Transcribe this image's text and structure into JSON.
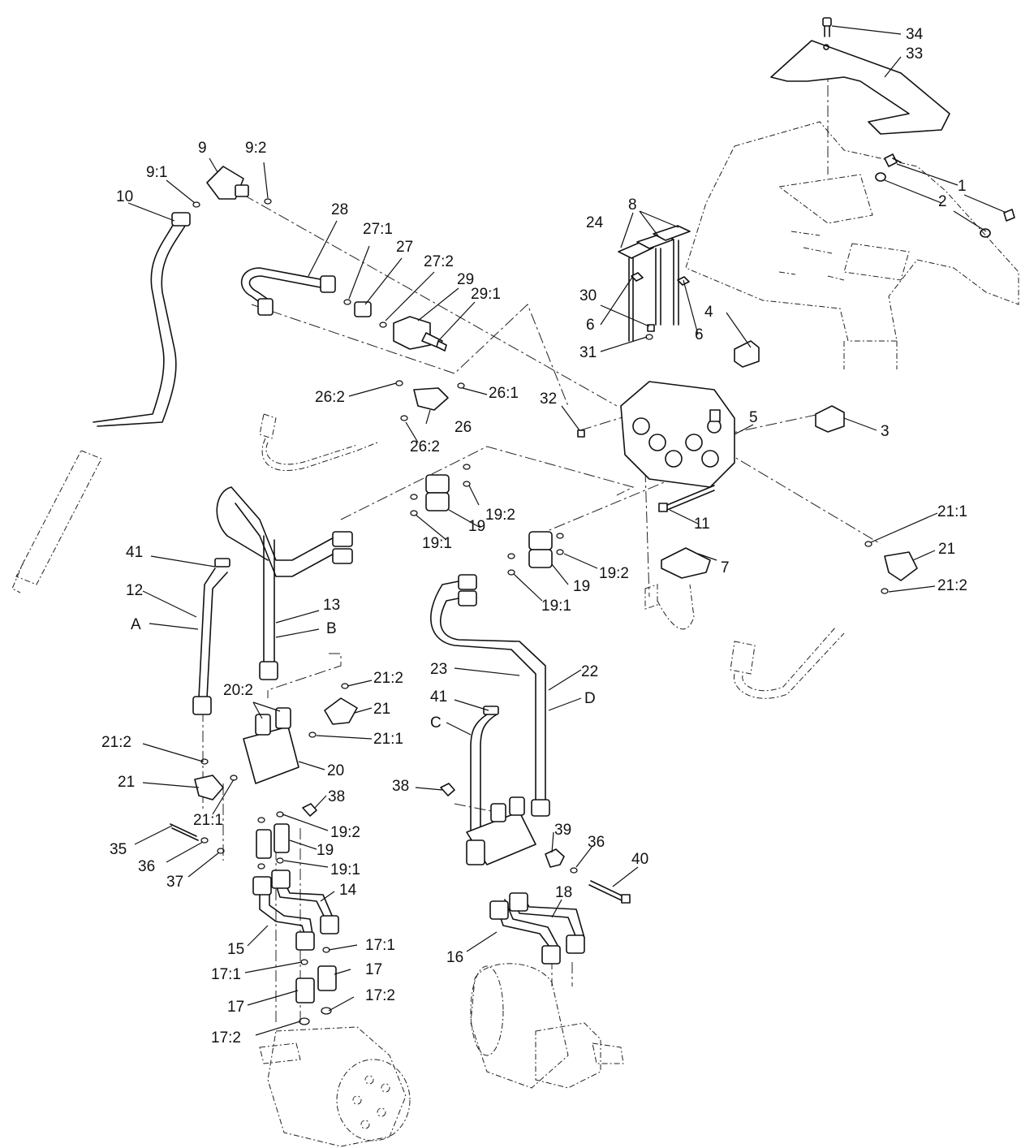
{
  "diagram": {
    "type": "exploded-parts-diagram",
    "callouts": {
      "c1": "1",
      "c2": "2",
      "c3": "3",
      "c4": "4",
      "c5": "5",
      "c6a": "6",
      "c6b": "6",
      "c7": "7",
      "c8": "8",
      "c9": "9",
      "c9_1": "9:1",
      "c9_2": "9:2",
      "c10": "10",
      "c11": "11",
      "c12": "12",
      "c13": "13",
      "c14": "14",
      "c15": "15",
      "c16": "16",
      "c17a": "17",
      "c17b": "17",
      "c17_1a": "17:1",
      "c17_1b": "17:1",
      "c17_2a": "17:2",
      "c17_2b": "17:2",
      "c18": "18",
      "c19a": "19",
      "c19b": "19",
      "c19c": "19",
      "c19_1a": "19:1",
      "c19_1b": "19:1",
      "c19_1c": "19:1",
      "c19_2a": "19:2",
      "c19_2b": "19:2",
      "c19_2c": "19:2",
      "c20": "20",
      "c20_2": "20:2",
      "c21a": "21",
      "c21b": "21",
      "c21c": "21",
      "c21_1a": "21:1",
      "c21_1b": "21:1",
      "c21_1c": "21:1",
      "c21_2a": "21:2",
      "c21_2b": "21:2",
      "c21_2c": "21:2",
      "c22": "22",
      "c23": "23",
      "c24": "24",
      "c26": "26",
      "c26_1": "26:1",
      "c26_2a": "26:2",
      "c26_2b": "26:2",
      "c27": "27",
      "c27_1": "27:1",
      "c27_2": "27:2",
      "c28": "28",
      "c29": "29",
      "c29_1": "29:1",
      "c30": "30",
      "c31": "31",
      "c32": "32",
      "c33": "33",
      "c34": "34",
      "c35": "35",
      "c36a": "36",
      "c36b": "36",
      "c37": "37",
      "c38a": "38",
      "c38b": "38",
      "c39": "39",
      "c40": "40",
      "c41a": "41",
      "c41b": "41",
      "cA": "A",
      "cB": "B",
      "cC": "C",
      "cD": "D"
    }
  }
}
